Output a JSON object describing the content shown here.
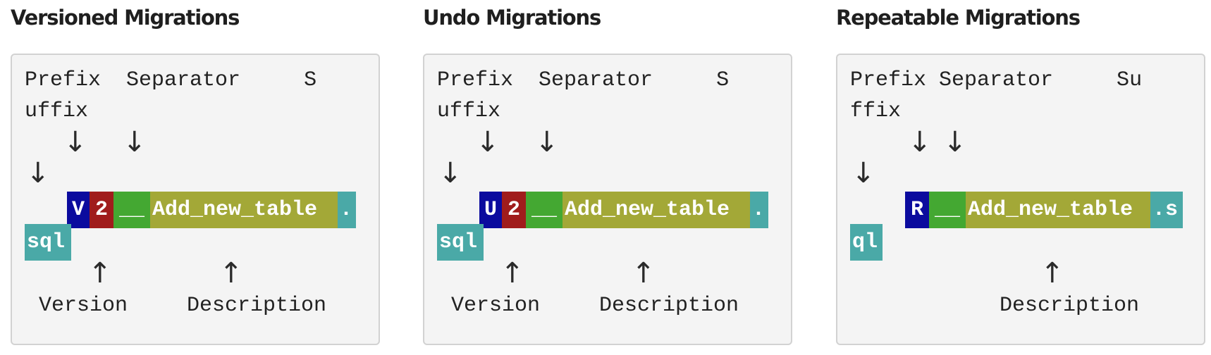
{
  "colors": {
    "prefix": "#0b0b9e",
    "version": "#a01c1c",
    "separator": "#44a832",
    "description": "#a3a837",
    "suffix": "#4aa9a7"
  },
  "icons": {
    "arrow_down": "down-arrow-icon",
    "arrow_up": "up-arrow-icon"
  },
  "panels": [
    {
      "title": "Versioned Migrations",
      "label_line1": "Prefix  Separator     S",
      "label_line2": "uffix",
      "segments": {
        "prefix": "V",
        "version": "2",
        "separator": "__",
        "description": "Add_new_table",
        "suffix_a": ".",
        "suffix_b": "sql"
      },
      "version_label": "Version",
      "description_label": "Description"
    },
    {
      "title": "Undo Migrations",
      "label_line1": "Prefix  Separator     S",
      "label_line2": "uffix",
      "segments": {
        "prefix": "U",
        "version": "2",
        "separator": "__",
        "description": "Add_new_table",
        "suffix_a": ".",
        "suffix_b": "sql"
      },
      "version_label": "Version",
      "description_label": "Description"
    },
    {
      "title": "Repeatable Migrations",
      "label_line1": "Prefix Separator     Su",
      "label_line2": "ffix",
      "segments": {
        "prefix": "R",
        "separator": "__",
        "description": "Add_new_table",
        "suffix_a": ".s",
        "suffix_b": "ql"
      },
      "description_label": "Description"
    }
  ]
}
